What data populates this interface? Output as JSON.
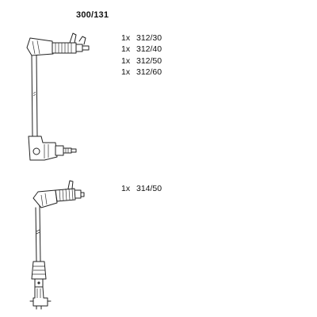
{
  "title": "300/131",
  "sets": [
    {
      "items": [
        {
          "qty": "1x",
          "part": "312/30"
        },
        {
          "qty": "1x",
          "part": "312/40"
        },
        {
          "qty": "1x",
          "part": "312/50"
        },
        {
          "qty": "1x",
          "part": "312/60"
        }
      ]
    },
    {
      "items": [
        {
          "qty": "1x",
          "part": "314/50"
        }
      ]
    }
  ],
  "colors": {
    "ink": "#222222",
    "background": "#ffffff"
  }
}
